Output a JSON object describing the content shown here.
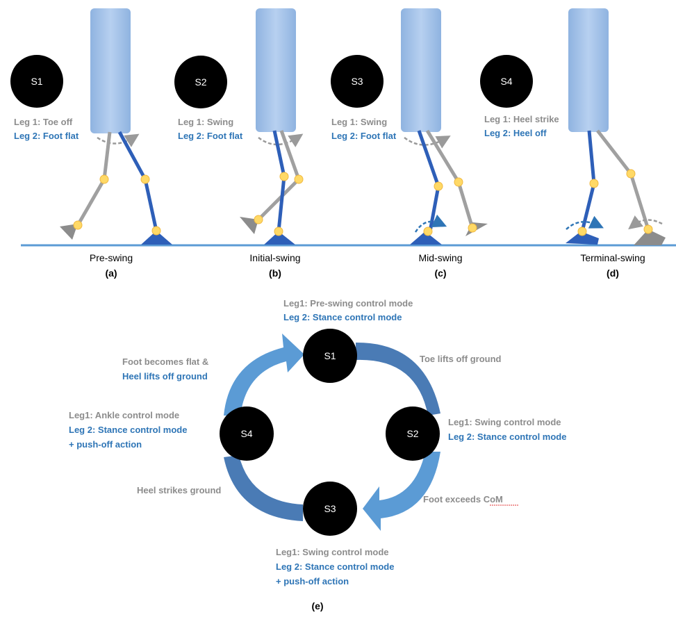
{
  "panels": [
    {
      "state": "S1",
      "leg1": "Leg 1: Toe off",
      "leg2": "Leg 2: Foot flat",
      "caption": "Pre-swing",
      "letter": "(a)"
    },
    {
      "state": "S2",
      "leg1": "Leg 1: Swing",
      "leg2": "Leg 2: Foot flat",
      "caption": "Initial-swing",
      "letter": "(b)"
    },
    {
      "state": "S3",
      "leg1": "Leg 1: Swing",
      "leg2": "Leg 2: Foot flat",
      "caption": "Mid-swing",
      "letter": "(c)"
    },
    {
      "state": "S4",
      "leg1": "Leg 1: Heel strike",
      "leg2": "Leg 2: Heel off",
      "caption": "Terminal-swing",
      "letter": "(d)"
    }
  ],
  "cycle": {
    "states": [
      "S1",
      "S2",
      "S3",
      "S4"
    ],
    "s1_leg1": "Leg1: Pre-swing control mode",
    "s1_leg2": "Leg 2: Stance control mode",
    "s2_leg1": "Leg1: Swing control mode",
    "s2_leg2": "Leg 2: Stance control mode",
    "s3_leg1": "Leg1: Swing control mode",
    "s3_leg2": "Leg 2: Stance control mode",
    "s3_leg2b": "+ push-off action",
    "s4_leg1": "Leg1: Ankle control mode",
    "s4_leg2": "Leg 2: Stance control mode",
    "s4_leg2b": "+ push-off action",
    "t_s1_s2": "Toe lifts off ground",
    "t_s2_s3": "Foot exceeds CoM",
    "t_s3_s4": "Heel strikes ground",
    "t_s4_s1_a": "Foot becomes flat &",
    "t_s4_s1_b": "Heel lifts off ground",
    "letter": "(e)"
  },
  "colors": {
    "leg1": "#8c8c8c",
    "leg2": "#2e75b6",
    "joint": "#ffd966",
    "body": "#a4c2f4",
    "arrow": "#4f8fc9",
    "ground": "#5b9bd5"
  }
}
